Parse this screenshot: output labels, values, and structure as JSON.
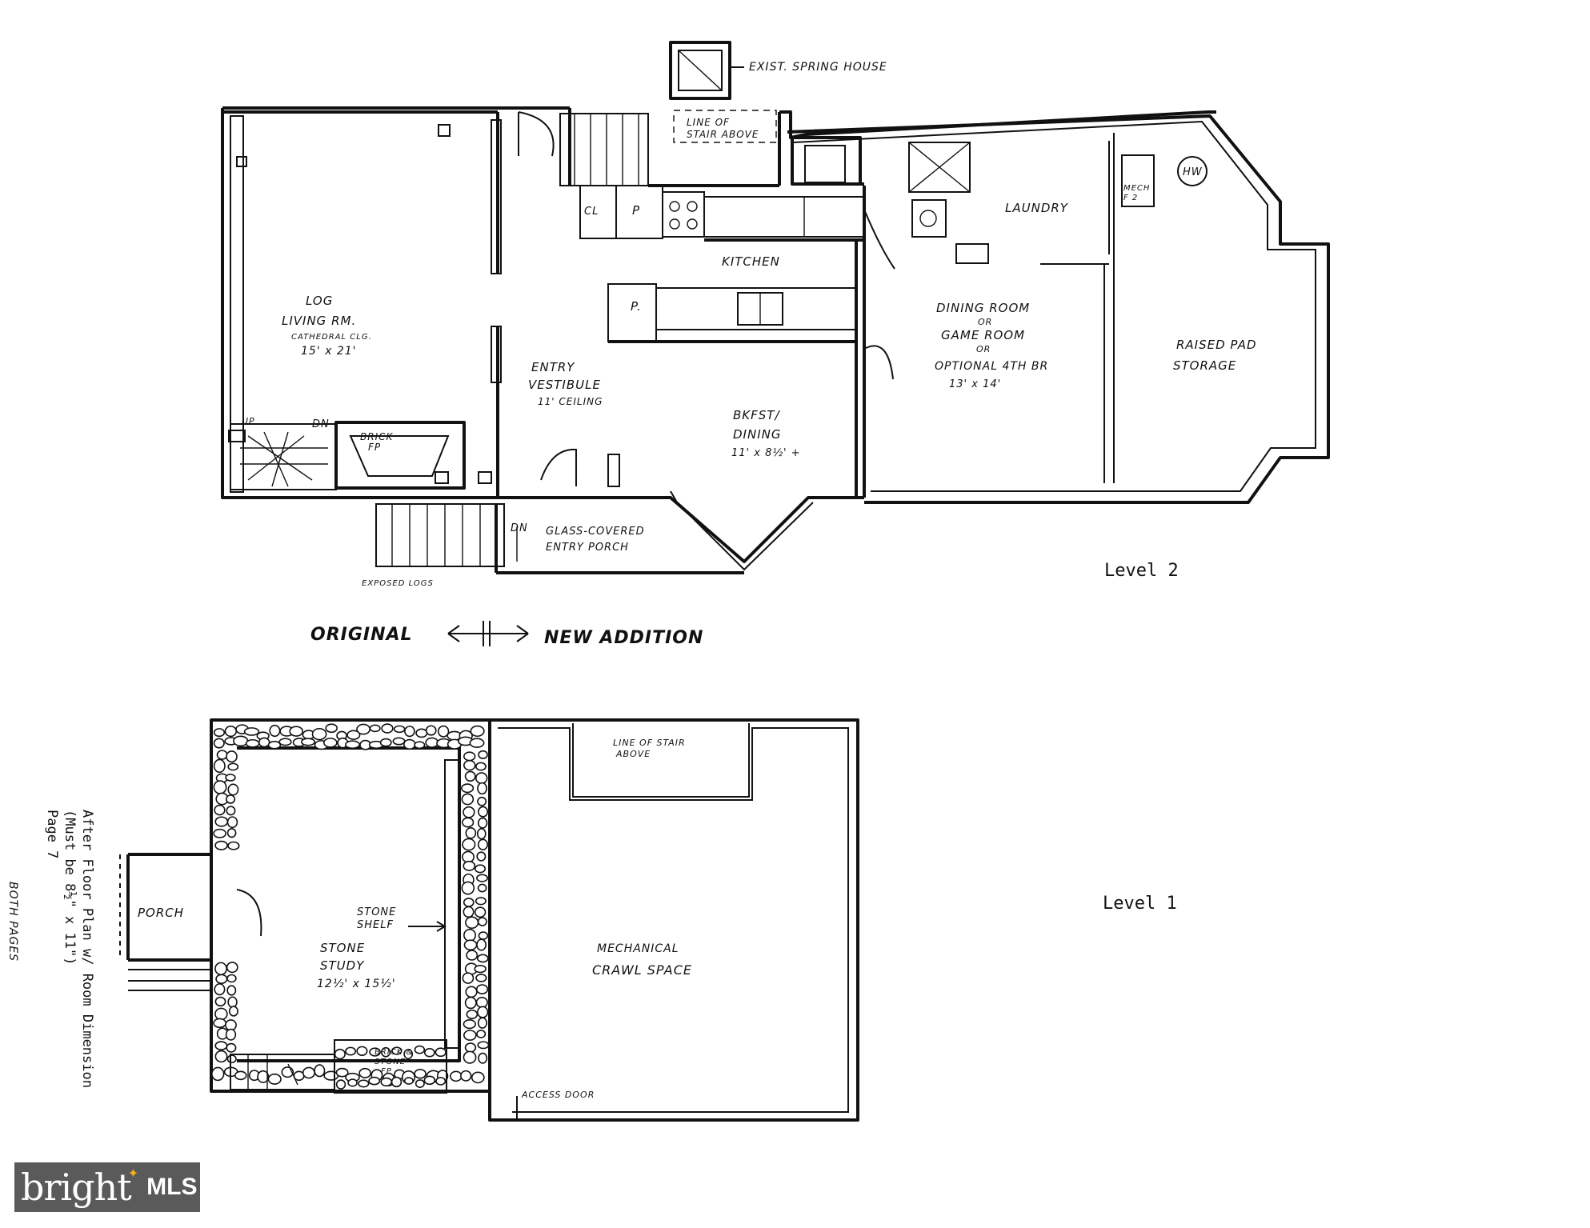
{
  "level2": {
    "level_label": "Level 2",
    "spring_house": "EXIST. SPRING HOUSE",
    "stair_line": [
      "LINE OF",
      "STAIR ABOVE"
    ],
    "closet": "CL",
    "pantry1": "P",
    "pantry2": "P.",
    "kitchen": "KITCHEN",
    "laundry": "LAUNDRY",
    "mech": [
      "MECH",
      "F 2"
    ],
    "hw": "HW",
    "log_living": [
      "LOG",
      "LIVING RM.",
      "CATHEDRAL CLG.",
      "15' x 21'"
    ],
    "dining_game": [
      "DINING ROOM",
      "OR",
      "GAME ROOM",
      "OR",
      "OPTIONAL 4TH BR",
      "13' x 14'"
    ],
    "raised_pad": [
      "RAISED PAD",
      "STORAGE"
    ],
    "entry_vestibule": [
      "ENTRY",
      "VESTIBULE",
      "11' CEILING"
    ],
    "bkfst": [
      "BKFST/",
      "DINING",
      "11' x 8½' +"
    ],
    "brick_fp": [
      "BRICK",
      "FP"
    ],
    "up": "UP",
    "dn_upper": "DN",
    "dn_porch": "DN",
    "glass_porch": [
      "GLASS-COVERED",
      "ENTRY PORCH"
    ],
    "exposed_logs": "EXPOSED LOGS"
  },
  "divider": {
    "left": "ORIGINAL",
    "right": "NEW ADDITION"
  },
  "level1": {
    "level_label": "Level 1",
    "stair_line": [
      "LINE OF STAIR",
      "ABOVE"
    ],
    "porch": "PORCH",
    "stone_shelf": [
      "STONE",
      "SHELF"
    ],
    "stone_study": [
      "STONE",
      "STUDY",
      "12½' x 15½'"
    ],
    "brick_stone_fp": [
      "BRICK &",
      "STONE",
      "FP"
    ],
    "mechanical": [
      "MECHANICAL",
      "CRAWL SPACE"
    ],
    "access_door": "ACCESS DOOR"
  },
  "side_note": {
    "lines": [
      "After Floor Plan w/ Room Dimension",
      "(Must be 8½\" x 11\")",
      "Page 7"
    ],
    "both_pages": "BOTH PAGES"
  },
  "logo": {
    "brand": "bright",
    "suffix": "MLS",
    "accent_color": "#f7b21b"
  }
}
